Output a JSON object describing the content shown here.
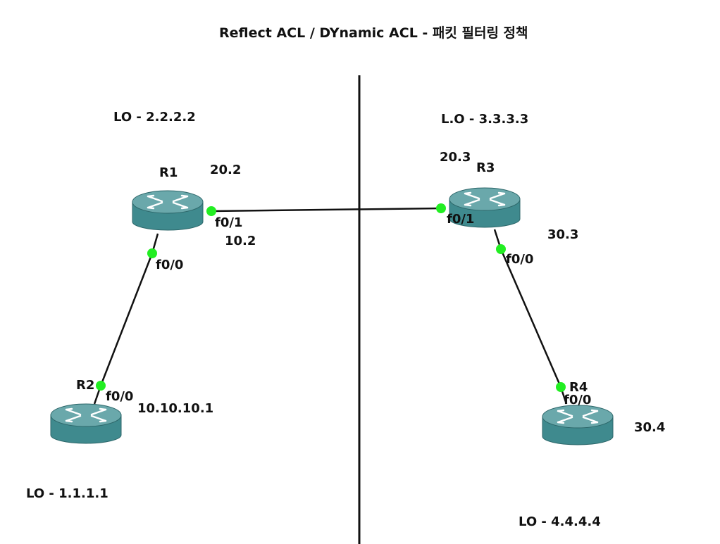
{
  "title": "Reflect ACL / DYnamic ACL - 패킷 필터링 정책",
  "routers": [
    {
      "name": "R1",
      "loopback": "LO - 2.2.2.2"
    },
    {
      "name": "R2",
      "loopback": "LO - 1.1.1.1"
    },
    {
      "name": "R3",
      "loopback": "L.O - 3.3.3.3"
    },
    {
      "name": "R4",
      "loopback": "LO - 4.4.4.4"
    }
  ],
  "labels": {
    "r1_f0_1": "f0/1",
    "r1_f0_0": "f0/0",
    "r1_ip_20": "20.2",
    "r1_ip_10": "10.2",
    "r2_f0_0": "f0/0",
    "r2_ip": "10.10.10.1",
    "r3_f0_1": "f0/1",
    "r3_f0_0": "f0/0",
    "r3_ip_20": "20.3",
    "r3_ip_30": "30.3",
    "r4_f0_0": "f0/0",
    "r4_ip": "30.4"
  },
  "colors": {
    "router_top": "#5f9ea0",
    "router_side": "#3c8286",
    "port_dot": "#22ee22",
    "link": "#111111"
  }
}
